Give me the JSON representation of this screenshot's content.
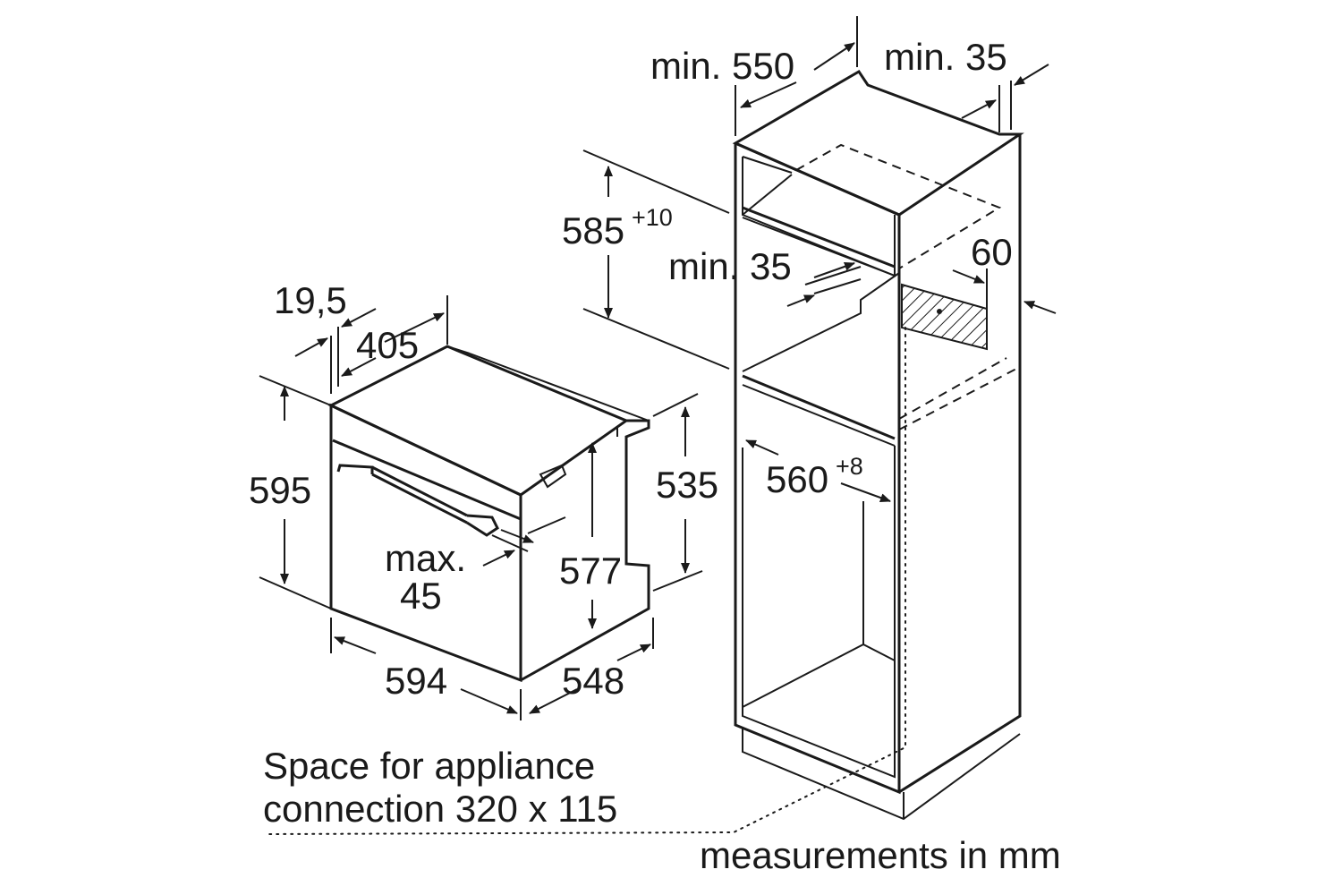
{
  "oven": {
    "height": "595",
    "width": "594",
    "depth": "548",
    "body_height": "535",
    "inner_height": "577",
    "front_thickness": "19,5",
    "top_depth": "405",
    "handle_clearance_line1": "max.",
    "handle_clearance_line2": "45"
  },
  "cabinet": {
    "depth_min": "min. 550",
    "back_gap_min": "min. 35",
    "niche_height": "585",
    "niche_height_tolerance": "+10",
    "shelf_gap_min": "min. 35",
    "vent_depth": "60",
    "niche_width": "560",
    "niche_width_tolerance": "+8"
  },
  "notes": {
    "connection_line1": "Space for appliance",
    "connection_line2": "connection 320 x 115",
    "units": "measurements in mm"
  }
}
